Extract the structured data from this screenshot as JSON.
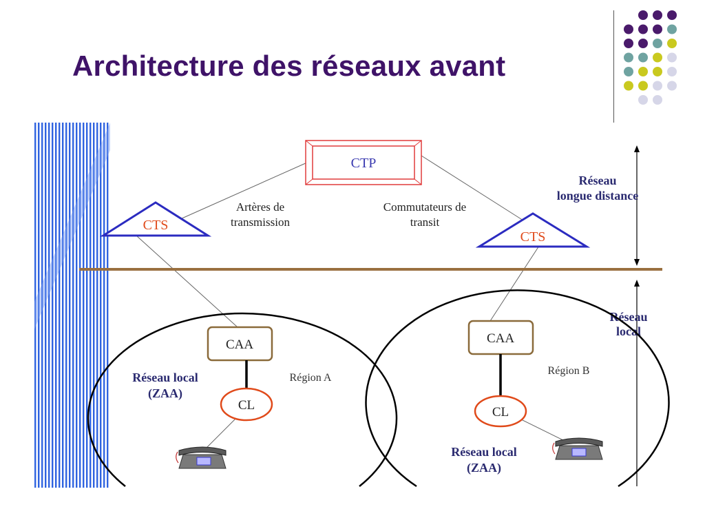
{
  "slide": {
    "title": "Architecture des réseaux avant"
  },
  "colors": {
    "title": "#3f1368",
    "dot_purple": "#4a1a6b",
    "dot_teal": "#6fa3a1",
    "dot_yellow": "#c9c91f",
    "dot_lavender": "#d6d6e8",
    "stripe_blue": "#2f63e0",
    "separator_brown": "#9a7040",
    "ctp_red": "#e03a3a",
    "triangle_blue": "#2b2bc0",
    "label_orange": "#e04a1a",
    "node_blue": "#3a3ab0"
  },
  "decoration": {
    "dot_grid": [
      [
        "purple",
        "purple",
        "purple"
      ],
      [
        "purple",
        "purple",
        "purple",
        "teal"
      ],
      [
        "purple",
        "purple",
        "teal",
        "yellow"
      ],
      [
        "teal",
        "teal",
        "yellow",
        "lavender"
      ],
      [
        "teal",
        "yellow",
        "yellow",
        "lavender"
      ],
      [
        "yellow",
        "yellow",
        "lavender",
        "lavender"
      ],
      [
        "lavender",
        "lavender"
      ]
    ]
  },
  "diagram": {
    "ctp": "CTP",
    "cts_left": "CTS",
    "cts_right": "CTS",
    "arteres_line1": "Artères de",
    "arteres_line2": "transmission",
    "commutateurs_line1": "Commutateurs de",
    "commutateurs_line2": "transit",
    "reseau_longue_line1": "Réseau",
    "reseau_longue_line2": "longue distance",
    "reseau_local_right_line1": "Réseau",
    "reseau_local_right_line2": "local",
    "caa_left": "CAA",
    "cl_left": "CL",
    "region_a": "Région A",
    "reseau_local_a_line1": "Réseau local",
    "reseau_local_a_line2": "(ZAA)",
    "caa_right": "CAA",
    "cl_right": "CL",
    "region_b": "Région B",
    "reseau_local_b_line1": "Réseau local",
    "reseau_local_b_line2": "(ZAA)"
  }
}
